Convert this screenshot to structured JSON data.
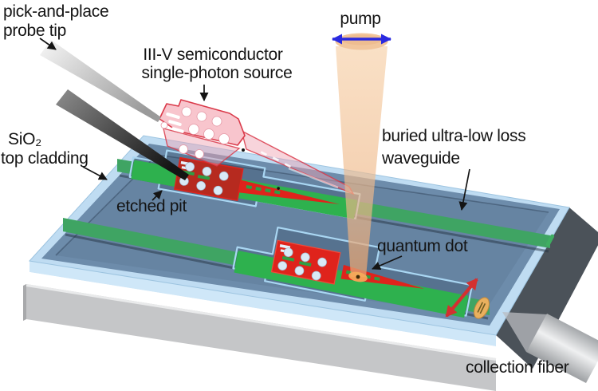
{
  "figure": {
    "labels": {
      "pick_and_place": {
        "line1": "pick-and-place",
        "line2": "probe tip"
      },
      "source": {
        "line1": "III-V semiconductor",
        "line2": "single-photon source"
      },
      "pump": "pump",
      "cladding": {
        "line1": "SiO₂",
        "line2": "top cladding"
      },
      "etched_pit": "etched pit",
      "buried_waveguide": {
        "line1": "buried ultra-low loss",
        "line2": "waveguide"
      },
      "quantum_dot": "quantum dot",
      "collection_fiber": "collection fiber"
    },
    "icons": {
      "pump_polarization": "blue-double-arrow",
      "emission_polarization": "red-double-arrow",
      "label_pointers": "black-arrow"
    },
    "colors": {
      "chip_top": "#6d8cab",
      "chip_rim": "#bfdcf2",
      "front_edge": "#cfe7f8",
      "facet": "#4b5259",
      "substrate": "#c5c6c8",
      "waveguide": "#3fa463",
      "waveguide_bright": "#2eb14e",
      "device_red": "#df231c",
      "device_red_dark": "#b62a1f",
      "membrane_pink": "#f8c5cd",
      "membrane_outline": "#da3a4a",
      "pump_beam": "#f2c69c",
      "pump_arrow": "#2a2ae0",
      "red_arrow": "#d43030",
      "fiber": "#c9cbcd",
      "pit_outline": "#a9d6f2",
      "spot_orange": "#e9b05e",
      "text": "#141414"
    }
  }
}
